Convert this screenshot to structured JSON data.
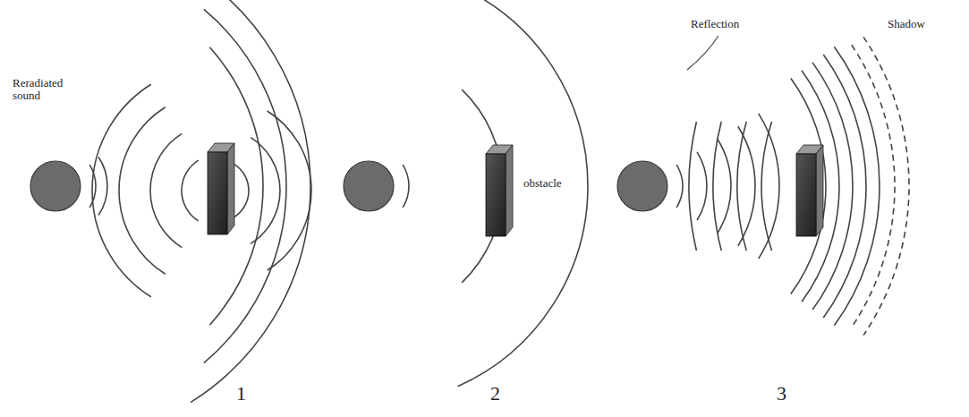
{
  "diagram": {
    "labels": [
      "Reradiated sound",
      "obstacle",
      "Reflection",
      "Shadow",
      "1",
      "2",
      "3"
    ]
  }
}
